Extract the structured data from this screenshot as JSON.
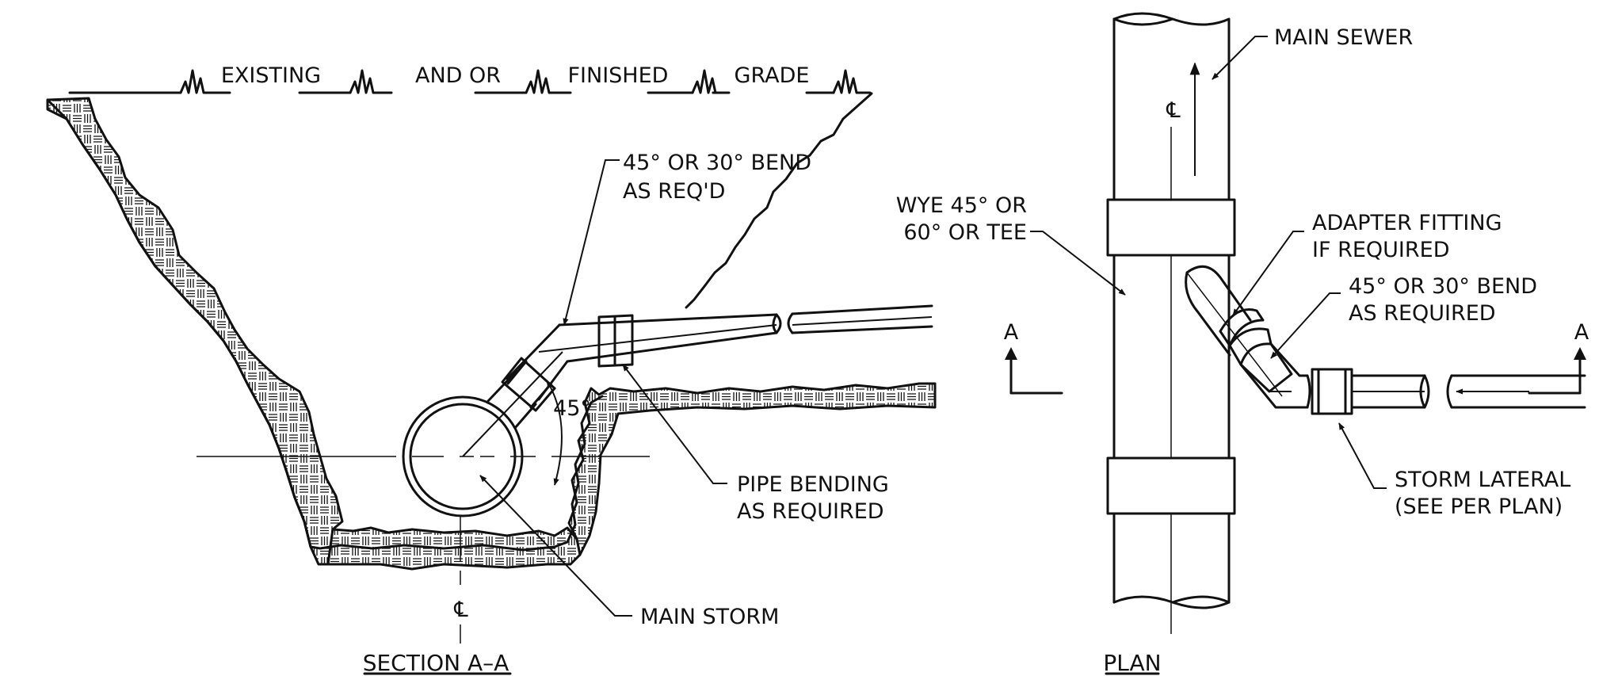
{
  "section_view": {
    "grade_labels": [
      "EXISTING",
      "AND OR",
      "FINISHED",
      "GRADE"
    ],
    "bend_callout": [
      "45° OR 30° BEND",
      "AS REQ'D"
    ],
    "angle_label": "45°",
    "pipe_bending_callout": [
      "PIPE BENDING",
      "AS REQUIRED"
    ],
    "main_storm_label": "MAIN STORM",
    "centerline_symbol": "℄",
    "title": "SECTION A–A"
  },
  "plan_view": {
    "main_sewer_label": "MAIN SEWER",
    "centerline_symbol": "℄",
    "wye_callout": [
      "WYE 45° OR",
      "60° OR TEE"
    ],
    "adapter_callout": [
      "ADAPTER FITTING",
      "IF REQUIRED"
    ],
    "bend_callout": [
      "45° OR 30° BEND",
      "AS REQUIRED"
    ],
    "lateral_callout": [
      "STORM LATERAL",
      "(SEE PER PLAN)"
    ],
    "section_marker_left": "A",
    "section_marker_right": "A",
    "title": "PLAN"
  }
}
